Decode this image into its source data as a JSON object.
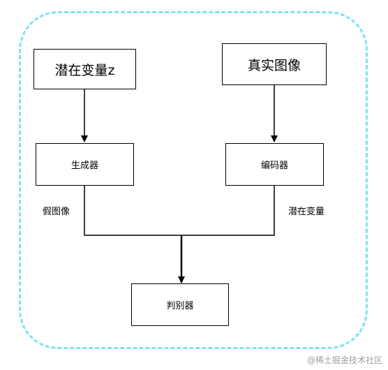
{
  "nodes": {
    "latent_z": "潜在变量z",
    "real_image": "真实图像",
    "generator": "生成器",
    "encoder": "编码器",
    "discriminator": "判别器"
  },
  "edge_labels": {
    "fake_image": "假图像",
    "latent_variable": "潜在变量"
  },
  "watermark": "@稀土掘金技术社区",
  "colors": {
    "frame_border": "#7fe3ef",
    "node_border": "#000000",
    "watermark": "#9aa0a6"
  }
}
